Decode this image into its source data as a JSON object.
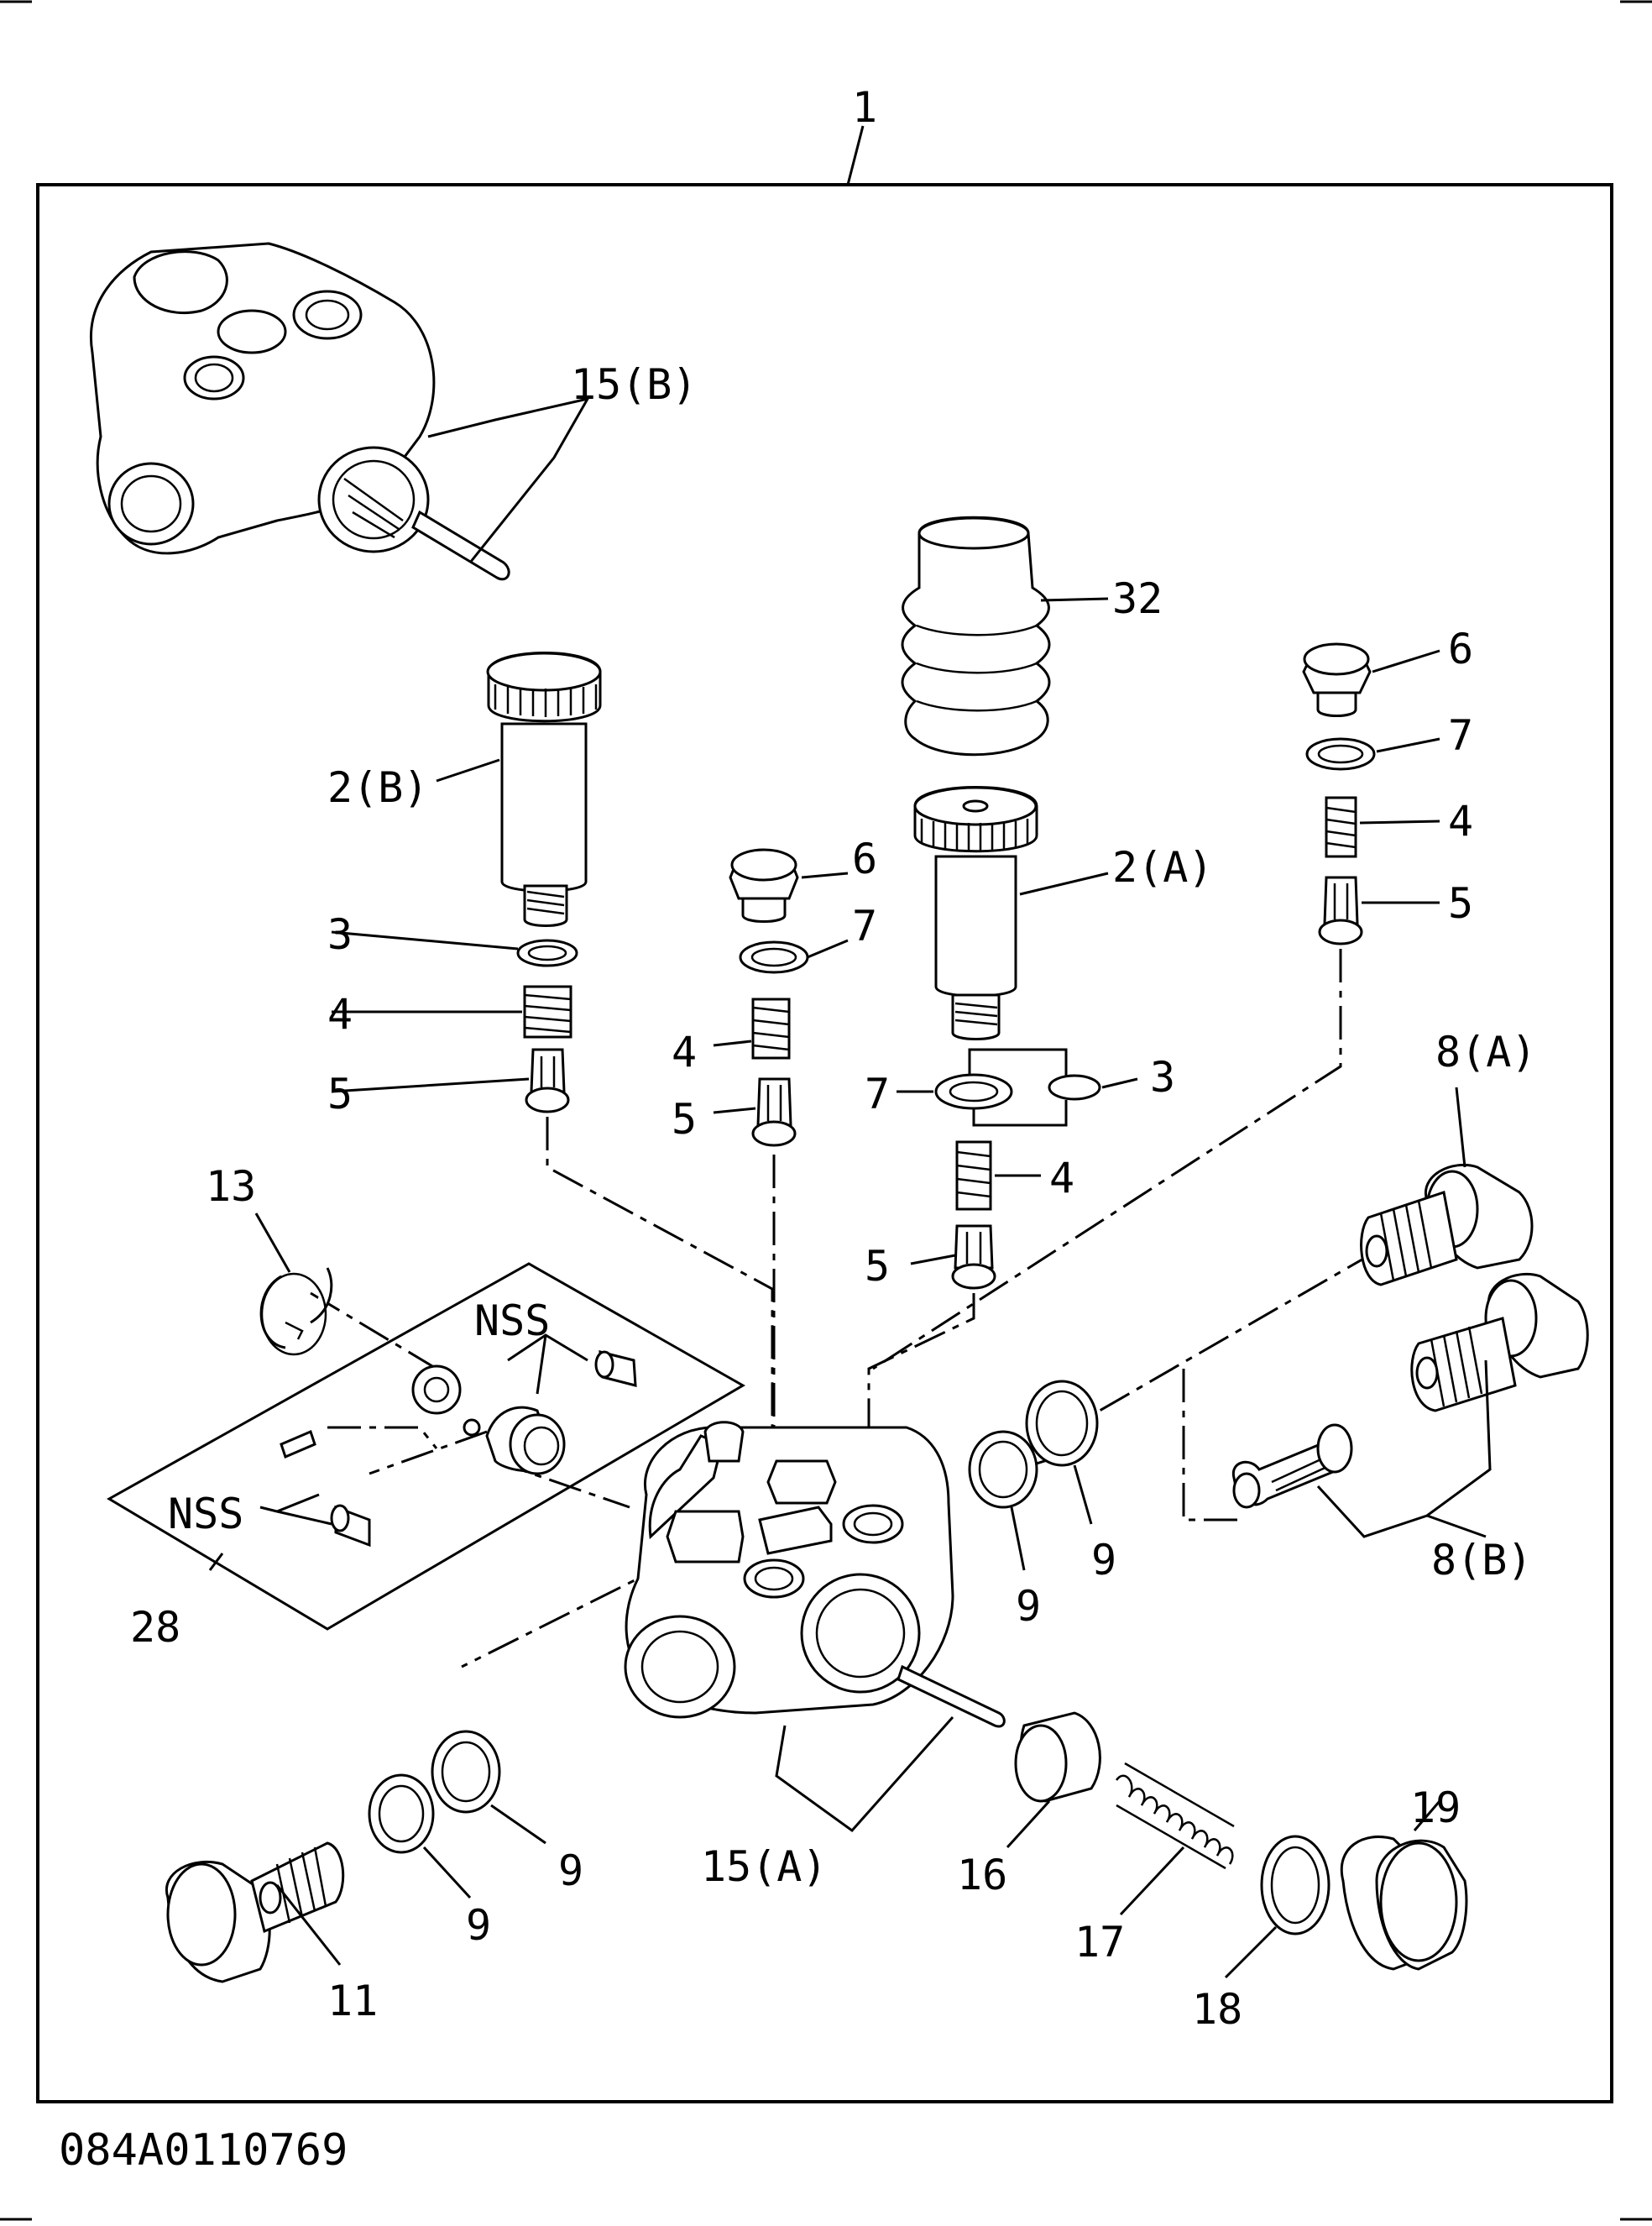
{
  "figure": {
    "reference_code": "084A0110769",
    "callouts": [
      {
        "id": "c1",
        "text": "1"
      },
      {
        "id": "c15b",
        "text": "15(B)"
      },
      {
        "id": "c32",
        "text": "32"
      },
      {
        "id": "c6r",
        "text": "6"
      },
      {
        "id": "c7r",
        "text": "7"
      },
      {
        "id": "c4r",
        "text": "4"
      },
      {
        "id": "c5r",
        "text": "5"
      },
      {
        "id": "c2b",
        "text": "2(B)"
      },
      {
        "id": "c3l",
        "text": "3"
      },
      {
        "id": "c4l",
        "text": "4"
      },
      {
        "id": "c5l",
        "text": "5"
      },
      {
        "id": "c6m",
        "text": "6"
      },
      {
        "id": "c7m",
        "text": "7"
      },
      {
        "id": "c4m",
        "text": "4"
      },
      {
        "id": "c5m",
        "text": "5"
      },
      {
        "id": "c2a",
        "text": "2(A)"
      },
      {
        "id": "c7c",
        "text": "7"
      },
      {
        "id": "c3c",
        "text": "3"
      },
      {
        "id": "c4c",
        "text": "4"
      },
      {
        "id": "c5c",
        "text": "5"
      },
      {
        "id": "c8a",
        "text": "8(A)"
      },
      {
        "id": "c13",
        "text": "13"
      },
      {
        "id": "cnss1",
        "text": "NSS"
      },
      {
        "id": "cnss2",
        "text": "NSS"
      },
      {
        "id": "c28",
        "text": "28"
      },
      {
        "id": "c9a",
        "text": "9"
      },
      {
        "id": "c9b",
        "text": "9"
      },
      {
        "id": "c8b",
        "text": "8(B)"
      },
      {
        "id": "c9c",
        "text": "9"
      },
      {
        "id": "c9d",
        "text": "9"
      },
      {
        "id": "c15a",
        "text": "15(A)"
      },
      {
        "id": "c16",
        "text": "16"
      },
      {
        "id": "c17",
        "text": "17"
      },
      {
        "id": "c18",
        "text": "18"
      },
      {
        "id": "c19",
        "text": "19"
      },
      {
        "id": "c11",
        "text": "11"
      }
    ]
  }
}
